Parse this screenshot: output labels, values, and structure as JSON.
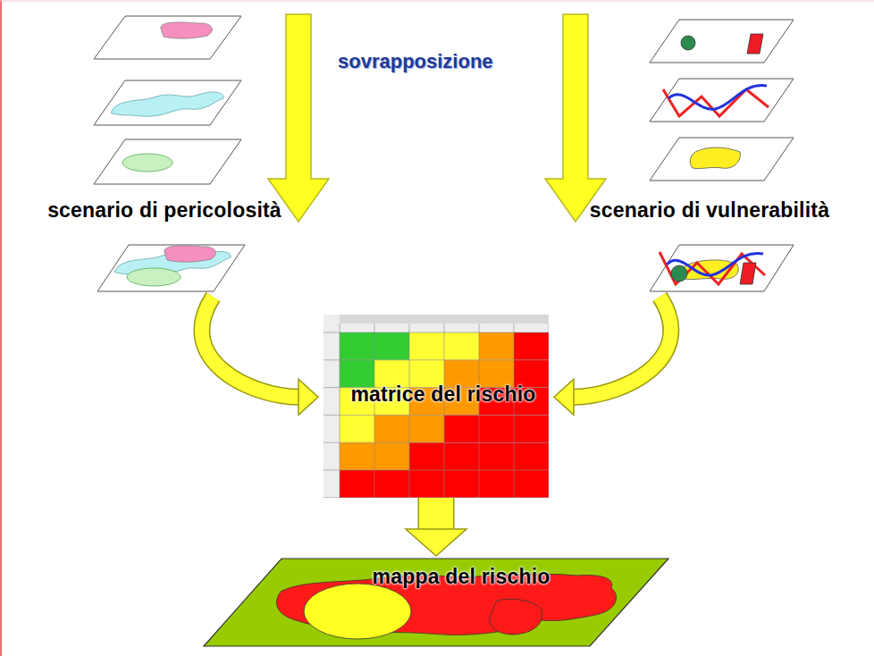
{
  "diagram": {
    "nodes": [
      {
        "text": [
          "scenario di pericolosità"
        ]
      },
      {
        "text": [
          "scenario di vulnerabilità"
        ]
      },
      {
        "text": [
          "matrice del rischio"
        ]
      },
      {
        "text": [
          "mappa del rischio"
        ]
      }
    ],
    "edges": [
      {
        "from": 0,
        "to": 2,
        "arrow": "to"
      },
      {
        "from": 1,
        "to": 2,
        "arrow": "to"
      },
      {
        "from": 2,
        "to": 3,
        "arrow": "to"
      }
    ],
    "labels": [
      "sovrapposizione"
    ]
  }
}
